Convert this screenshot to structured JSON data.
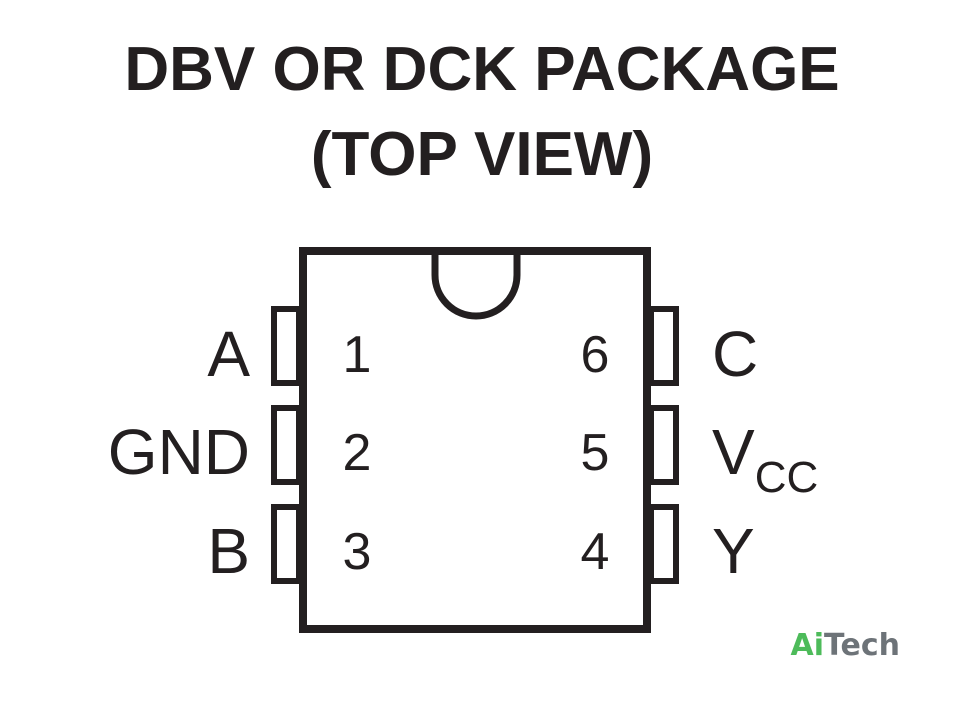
{
  "title": {
    "line1": "DBV OR DCK PACKAGE",
    "line2": "(TOP VIEW)"
  },
  "pins": {
    "left": [
      {
        "number": "1",
        "name": "A"
      },
      {
        "number": "2",
        "name": "GND"
      },
      {
        "number": "3",
        "name": "B"
      }
    ],
    "right": [
      {
        "number": "6",
        "name": "C",
        "subscript": ""
      },
      {
        "number": "5",
        "name": "V",
        "subscript": "CC"
      },
      {
        "number": "4",
        "name": "Y",
        "subscript": ""
      }
    ]
  },
  "watermark": {
    "part1": "Ai",
    "part2": "Tech"
  },
  "colors": {
    "ink": "#231f20",
    "brand_green": "#4dbb5a",
    "brand_gray": "#6d7378"
  }
}
